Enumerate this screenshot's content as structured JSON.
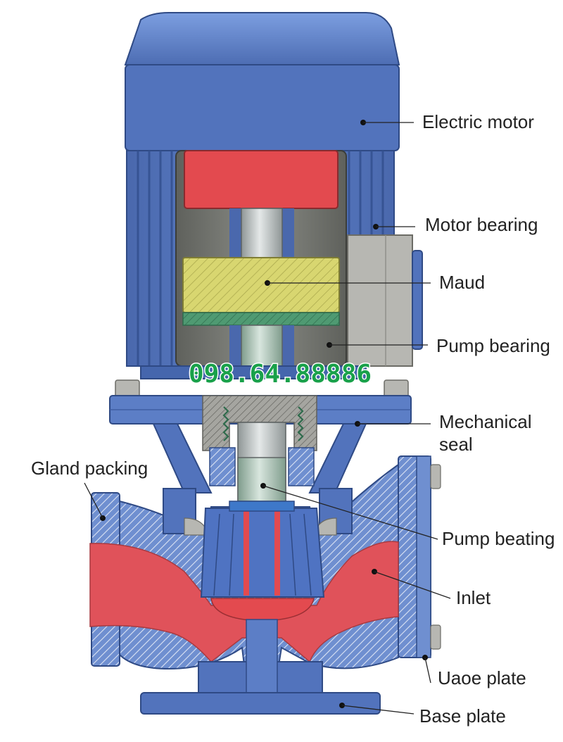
{
  "labels": {
    "electric_motor": "Electric motor",
    "motor_bearing": "Motor bearing",
    "maud": "Maud",
    "pump_bearing": "Pump bearing",
    "mechanical_seal_1": "Mechanical",
    "mechanical_seal_2": "seal",
    "gland_packing": "Gland packing",
    "pump_beating": "Pump beating",
    "inlet": "Inlet",
    "uaoe_plate": "Uaoe plate",
    "base_plate": "Base plate"
  },
  "watermark": {
    "phone": "098.64.88886"
  },
  "colors": {
    "housing_blue": "#5b7fc7",
    "housing_dark": "#3e5ea3",
    "fluid_red": "#e0525a",
    "rotor_red": "#e34a4f",
    "maud_yellow": "#d8d670",
    "seal_green": "#4f9a72",
    "shaft_gray": "#c9cfcf",
    "cavity_gray": "#7b7d78",
    "watermark_green": "#19a14a"
  }
}
